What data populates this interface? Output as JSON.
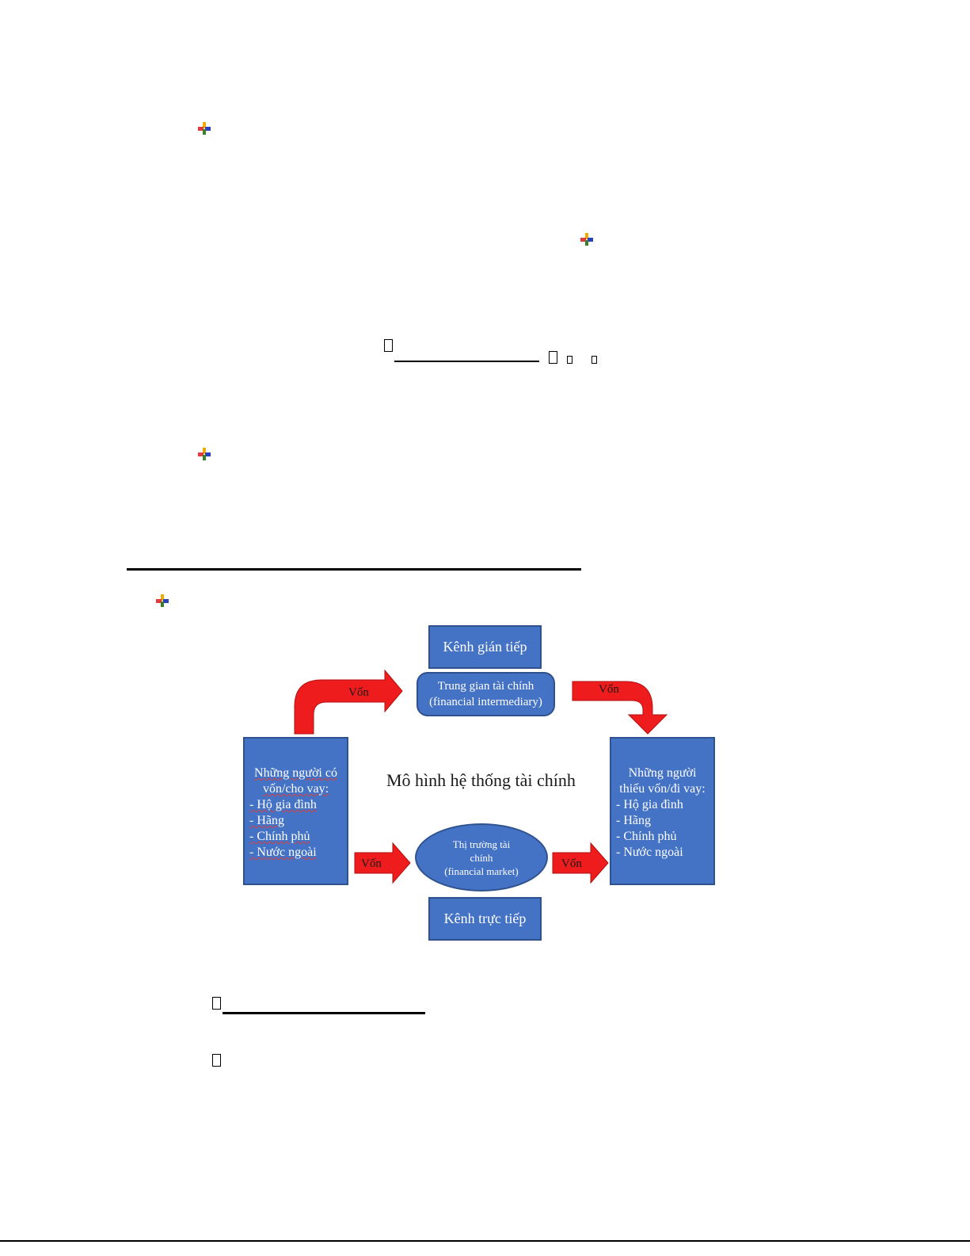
{
  "diagram": {
    "title": "Mô hình hệ thống tài chính",
    "indirect_channel": "Kênh gián tiếp",
    "direct_channel": "Kênh trực tiếp",
    "intermediary": {
      "line1": "Trung gian tài chính",
      "line2": "(financial intermediary)"
    },
    "market": {
      "line1": "Thị trường tài",
      "line2": "chính",
      "line3": "(financial market)"
    },
    "lenders": {
      "title_line1": "Những  người có",
      "title_line2": "vốn/cho vay:",
      "items": [
        "- Hộ gia đình",
        "- Hãng",
        "- Chính phủ",
        "- Nước ngoài"
      ]
    },
    "borrowers": {
      "title_line1": "Những  người",
      "title_line2": "thiếu vốn/đi vay:",
      "items": [
        "- Hộ gia đình",
        "- Hãng",
        "- Chính phủ",
        "- Nước ngoài"
      ]
    },
    "arrow_labels": {
      "lenders_to_intermediary": "Vốn",
      "intermediary_to_borrowers": "Vốn",
      "lenders_to_market": "Vốn",
      "market_to_borrowers": "Vốn"
    }
  },
  "colors": {
    "box_fill": "#4472c4",
    "box_border": "#2f528f",
    "arrow_fill": "#ee1c1c",
    "arrow_shade": "#b31010"
  },
  "icons": [
    "bullet-icon",
    "missing-glyph-icon"
  ]
}
